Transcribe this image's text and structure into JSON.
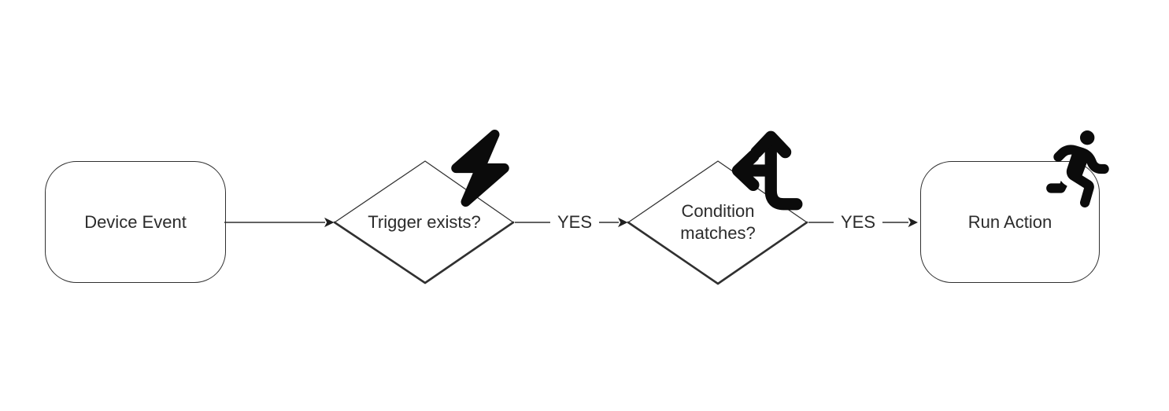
{
  "colors": {
    "background": "#ffffff",
    "shape_stroke": "#303030",
    "edge_stroke": "#4d4d4d",
    "arrowhead": "#1f1f1f",
    "text": "#2b2b2b",
    "icon": "#0b0b0b"
  },
  "nodes": {
    "device_event": {
      "label": "Device Event",
      "shape": "rounded-rectangle"
    },
    "trigger_exists": {
      "label": "Trigger exists?",
      "shape": "diamond",
      "icon": "lightning-bolt-icon"
    },
    "condition_matches": {
      "label": "Condition matches?",
      "shape": "diamond",
      "icon": "arrows-split-up-left-icon"
    },
    "run_action": {
      "label": "Run Action",
      "shape": "rounded-rectangle",
      "icon": "person-running-icon"
    }
  },
  "edges": {
    "device_to_trigger": {
      "from": "device_event",
      "to": "trigger_exists",
      "label": ""
    },
    "trigger_to_condition": {
      "from": "trigger_exists",
      "to": "condition_matches",
      "label": "YES"
    },
    "condition_to_action": {
      "from": "condition_matches",
      "to": "run_action",
      "label": "YES"
    }
  }
}
